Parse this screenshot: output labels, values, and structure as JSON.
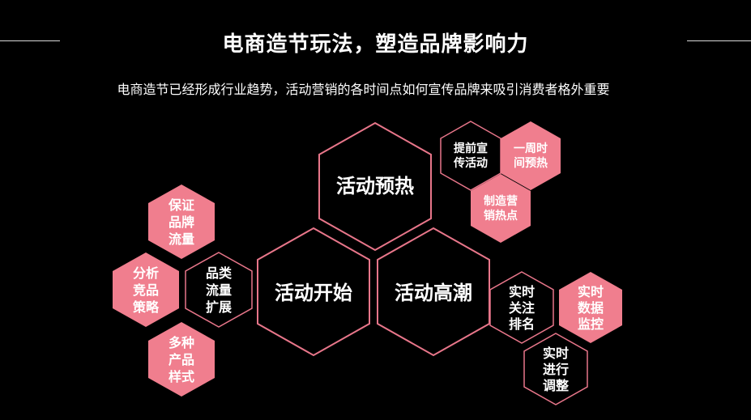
{
  "header": {
    "title": "电商造节玩法，塑造品牌影响力",
    "subtitle": "电商造节已经形成行业趋势，活动营销的各时间点如何宣传品牌来吸引消费者格外重要"
  },
  "colors": {
    "background": "#000000",
    "accent_pink": "#f07e8e",
    "outline_pink": "#e8768a",
    "text": "#ffffff"
  },
  "hexagons": {
    "warmup": {
      "label": "活动预热"
    },
    "start": {
      "label": "活动开始"
    },
    "climax": {
      "label": "活动高潮"
    },
    "early_promo": {
      "lines": [
        "提前宣",
        "传活动"
      ]
    },
    "week_warm": {
      "lines": [
        "一周时",
        "间预热"
      ]
    },
    "hot_topic": {
      "lines": [
        "制造营",
        "销热点"
      ]
    },
    "guarantee_traffic": {
      "lines": [
        "保证",
        "品牌",
        "流量"
      ]
    },
    "analyze_strategy": {
      "lines": [
        "分析",
        "竞品",
        "策略"
      ]
    },
    "category_expand": {
      "lines": [
        "品类",
        "流量",
        "扩展"
      ]
    },
    "product_styles": {
      "lines": [
        "多种",
        "产品",
        "样式"
      ]
    },
    "realtime_rank": {
      "lines": [
        "实时",
        "关注",
        "排名"
      ]
    },
    "realtime_monitor": {
      "lines": [
        "实时",
        "数据",
        "监控"
      ]
    },
    "realtime_adjust": {
      "lines": [
        "实时",
        "进行",
        "调整"
      ]
    }
  }
}
